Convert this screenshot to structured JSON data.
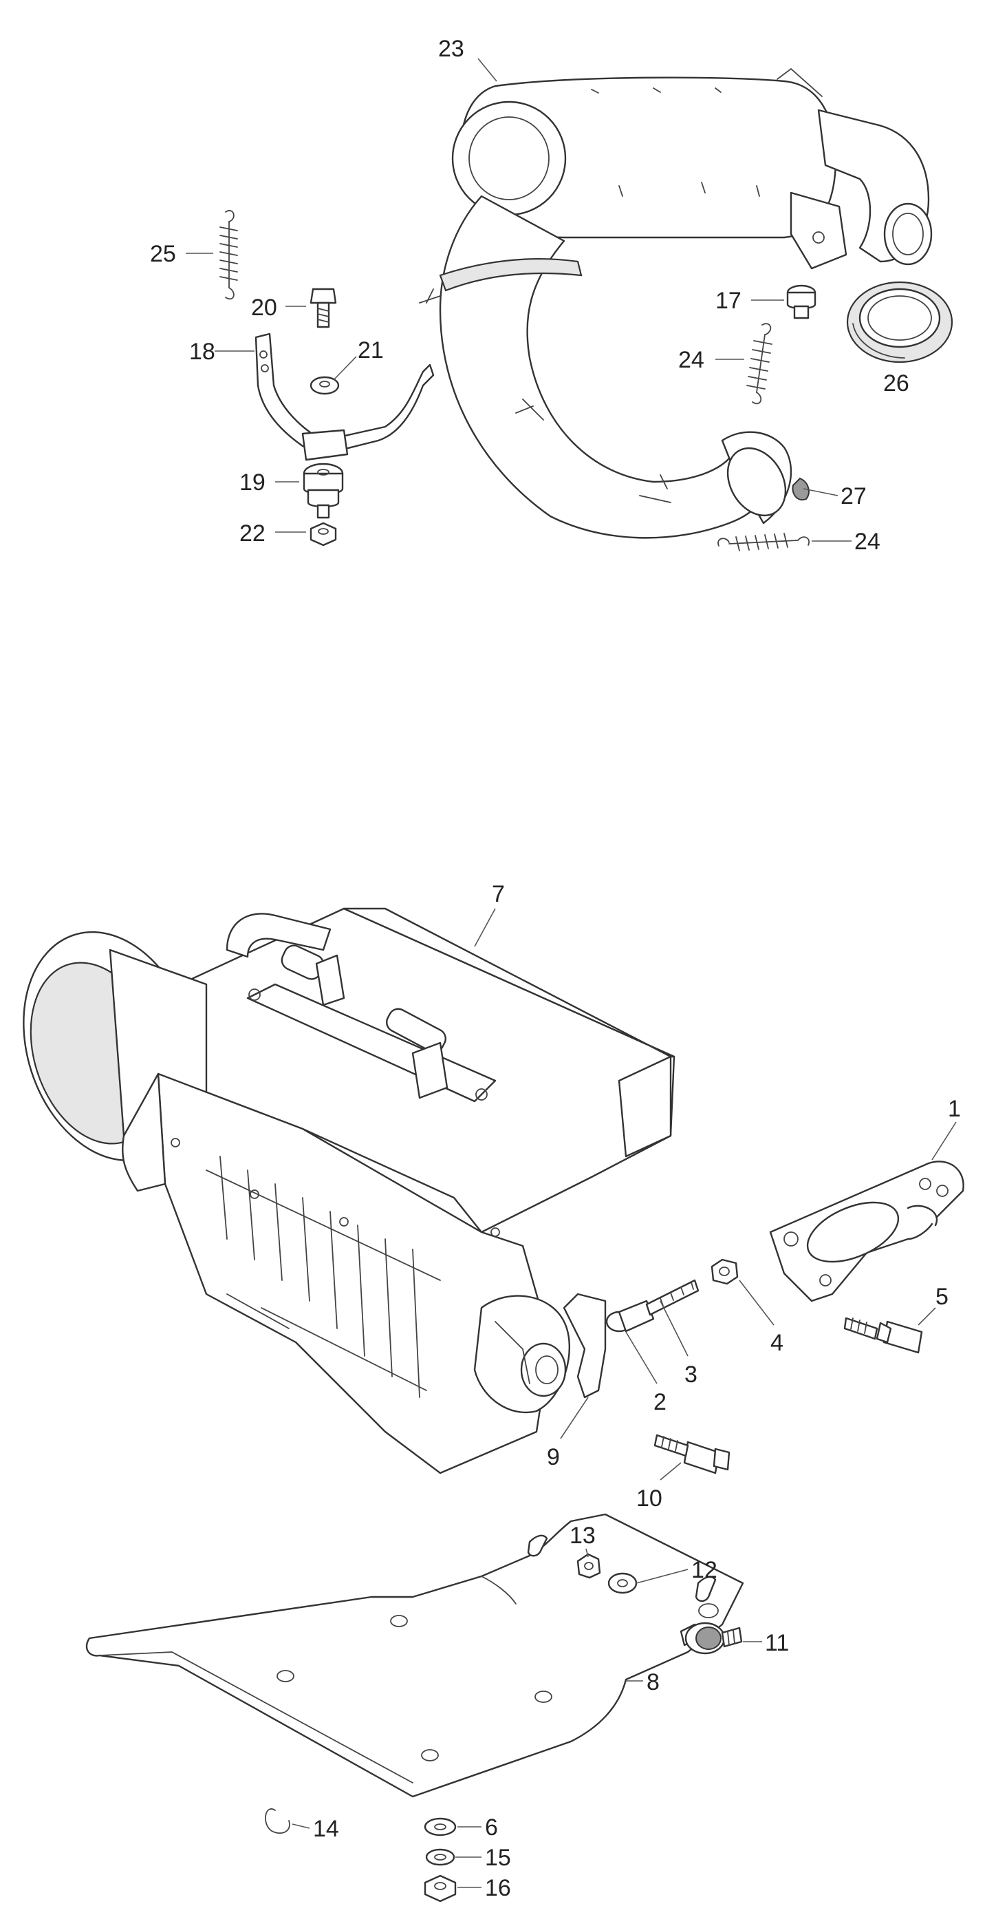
{
  "diagram": {
    "callouts": {
      "c1": "1",
      "c2": "2",
      "c3": "3",
      "c4": "4",
      "c5": "5",
      "c6": "6",
      "c7": "7",
      "c8": "8",
      "c9": "9",
      "c10": "10",
      "c11": "11",
      "c12": "12",
      "c13": "13",
      "c14": "14",
      "c15": "15",
      "c16": "16",
      "c17": "17",
      "c18": "18",
      "c19": "19",
      "c20": "20",
      "c21": "21",
      "c22": "22",
      "c23": "23",
      "c24a": "24",
      "c24b": "24",
      "c25": "25",
      "c26": "26",
      "c27": "27"
    }
  }
}
